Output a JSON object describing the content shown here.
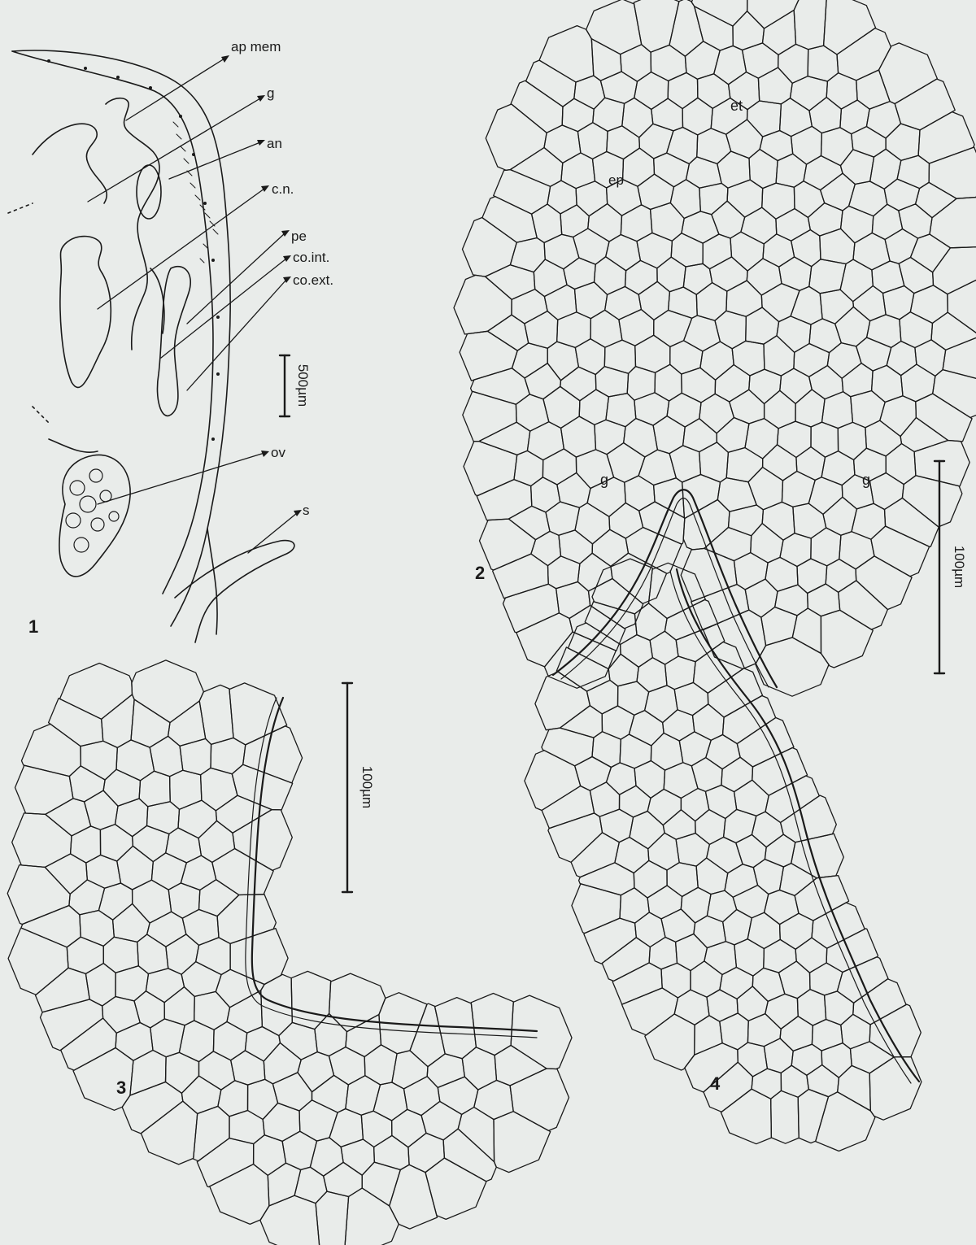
{
  "plate": {
    "background": "#e9ecea",
    "ink": "#1a1a1a"
  },
  "figure1": {
    "number": "1",
    "labels": [
      "ap mem",
      "g",
      "an",
      "c.n.",
      "pe",
      "co.int.",
      "co.ext.",
      "ov",
      "s"
    ],
    "scale_bar": "500µm"
  },
  "figure2": {
    "number": "2",
    "labels": [
      "et",
      "ep",
      "g",
      "g"
    ],
    "scale_bar": "100µm"
  },
  "figure3": {
    "number": "3",
    "scale_bar": "100µm"
  },
  "figure4": {
    "number": "4"
  }
}
